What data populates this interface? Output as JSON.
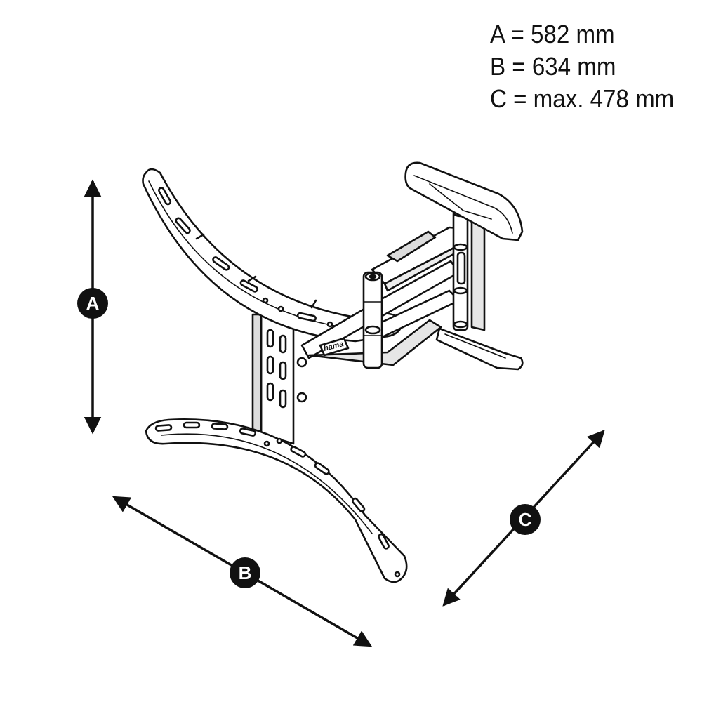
{
  "dimensions": [
    {
      "letter": "A",
      "text": "A = 582 mm"
    },
    {
      "letter": "B",
      "text": "B = 634 mm"
    },
    {
      "letter": "C",
      "text": "C = max. 478 mm"
    }
  ],
  "brand": "hama",
  "colors": {
    "ink": "#111111",
    "background": "#ffffff"
  }
}
